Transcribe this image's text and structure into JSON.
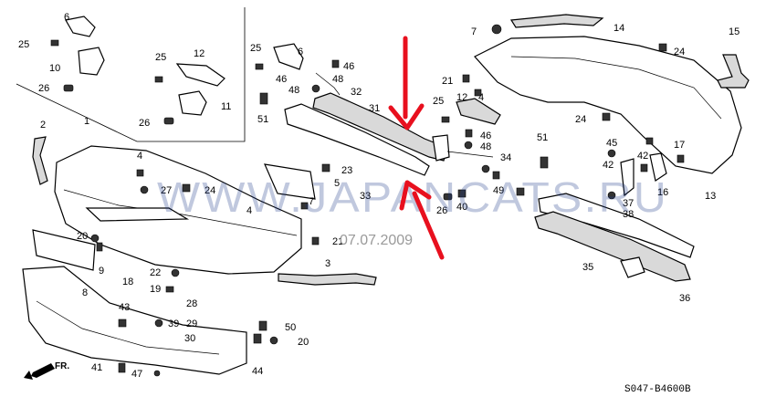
{
  "labels": {
    "p1": "1",
    "p2": "2",
    "p3": "3",
    "p4a": "4",
    "p4b": "4",
    "p4c": "4",
    "p5": "5",
    "p6a": "6",
    "p6b": "6",
    "p7a": "7",
    "p7b": "7",
    "p8": "8",
    "p9": "9",
    "p10": "10",
    "p11": "11",
    "p12a": "12",
    "p12b": "12",
    "p13": "13",
    "p14": "14",
    "p15": "15",
    "p16": "16",
    "p17": "17",
    "p18": "18",
    "p19": "19",
    "p20a": "20",
    "p20b": "20",
    "p21a": "21",
    "p21b": "21",
    "p22": "22",
    "p23": "23",
    "p24a": "24",
    "p24b": "24",
    "p24c": "24",
    "p25a": "25",
    "p25b": "25",
    "p25c": "25",
    "p25d": "25",
    "p26a": "26",
    "p26b": "26",
    "p26c": "26",
    "p27": "27",
    "p28": "28",
    "p29": "29",
    "p30": "30",
    "p31": "31",
    "p32": "32",
    "p33": "33",
    "p34": "34",
    "p35": "35",
    "p36": "36",
    "p37": "37",
    "p38": "38",
    "p39": "39",
    "p40": "40",
    "p41": "41",
    "p42a": "42",
    "p42b": "42",
    "p43": "43",
    "p44": "44",
    "p45": "45",
    "p46a": "46",
    "p46b": "46",
    "p46c": "46",
    "p47": "47",
    "p48a": "48",
    "p48b": "48",
    "p48c": "48",
    "p49": "49",
    "p50": "50",
    "p51a": "51",
    "p51b": "51"
  },
  "watermark": {
    "site": "WWW.JAPANCATS.RU",
    "date": "07.07.2009"
  },
  "diagram_code": "S047-B4600B",
  "front_indicator": "FR.",
  "colors": {
    "annotation_arrow": "#e8101e",
    "watermark": "#1e3a8a"
  }
}
